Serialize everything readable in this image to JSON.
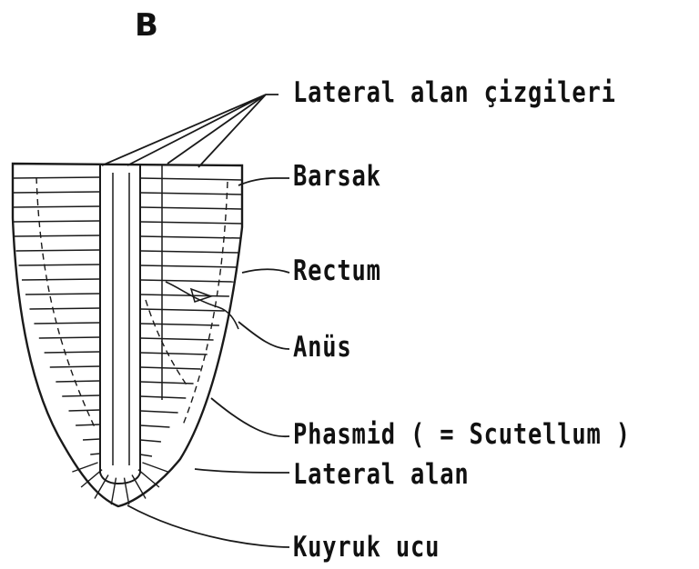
{
  "diagram": {
    "panel_letter": "B",
    "labels": [
      {
        "id": "lateral-lines",
        "text": "Lateral alan çizgileri"
      },
      {
        "id": "intestine",
        "text": "Barsak"
      },
      {
        "id": "rectum",
        "text": "Rectum"
      },
      {
        "id": "anus",
        "text": "Anüs"
      },
      {
        "id": "phasmid",
        "text": "Phasmid ( = Scutellum )"
      },
      {
        "id": "lateral-field",
        "text": "Lateral alan"
      },
      {
        "id": "tail-tip",
        "text": "Kuyruk ucu"
      }
    ],
    "colors": {
      "ink": "#1a1a1a",
      "background": "#ffffff"
    }
  }
}
